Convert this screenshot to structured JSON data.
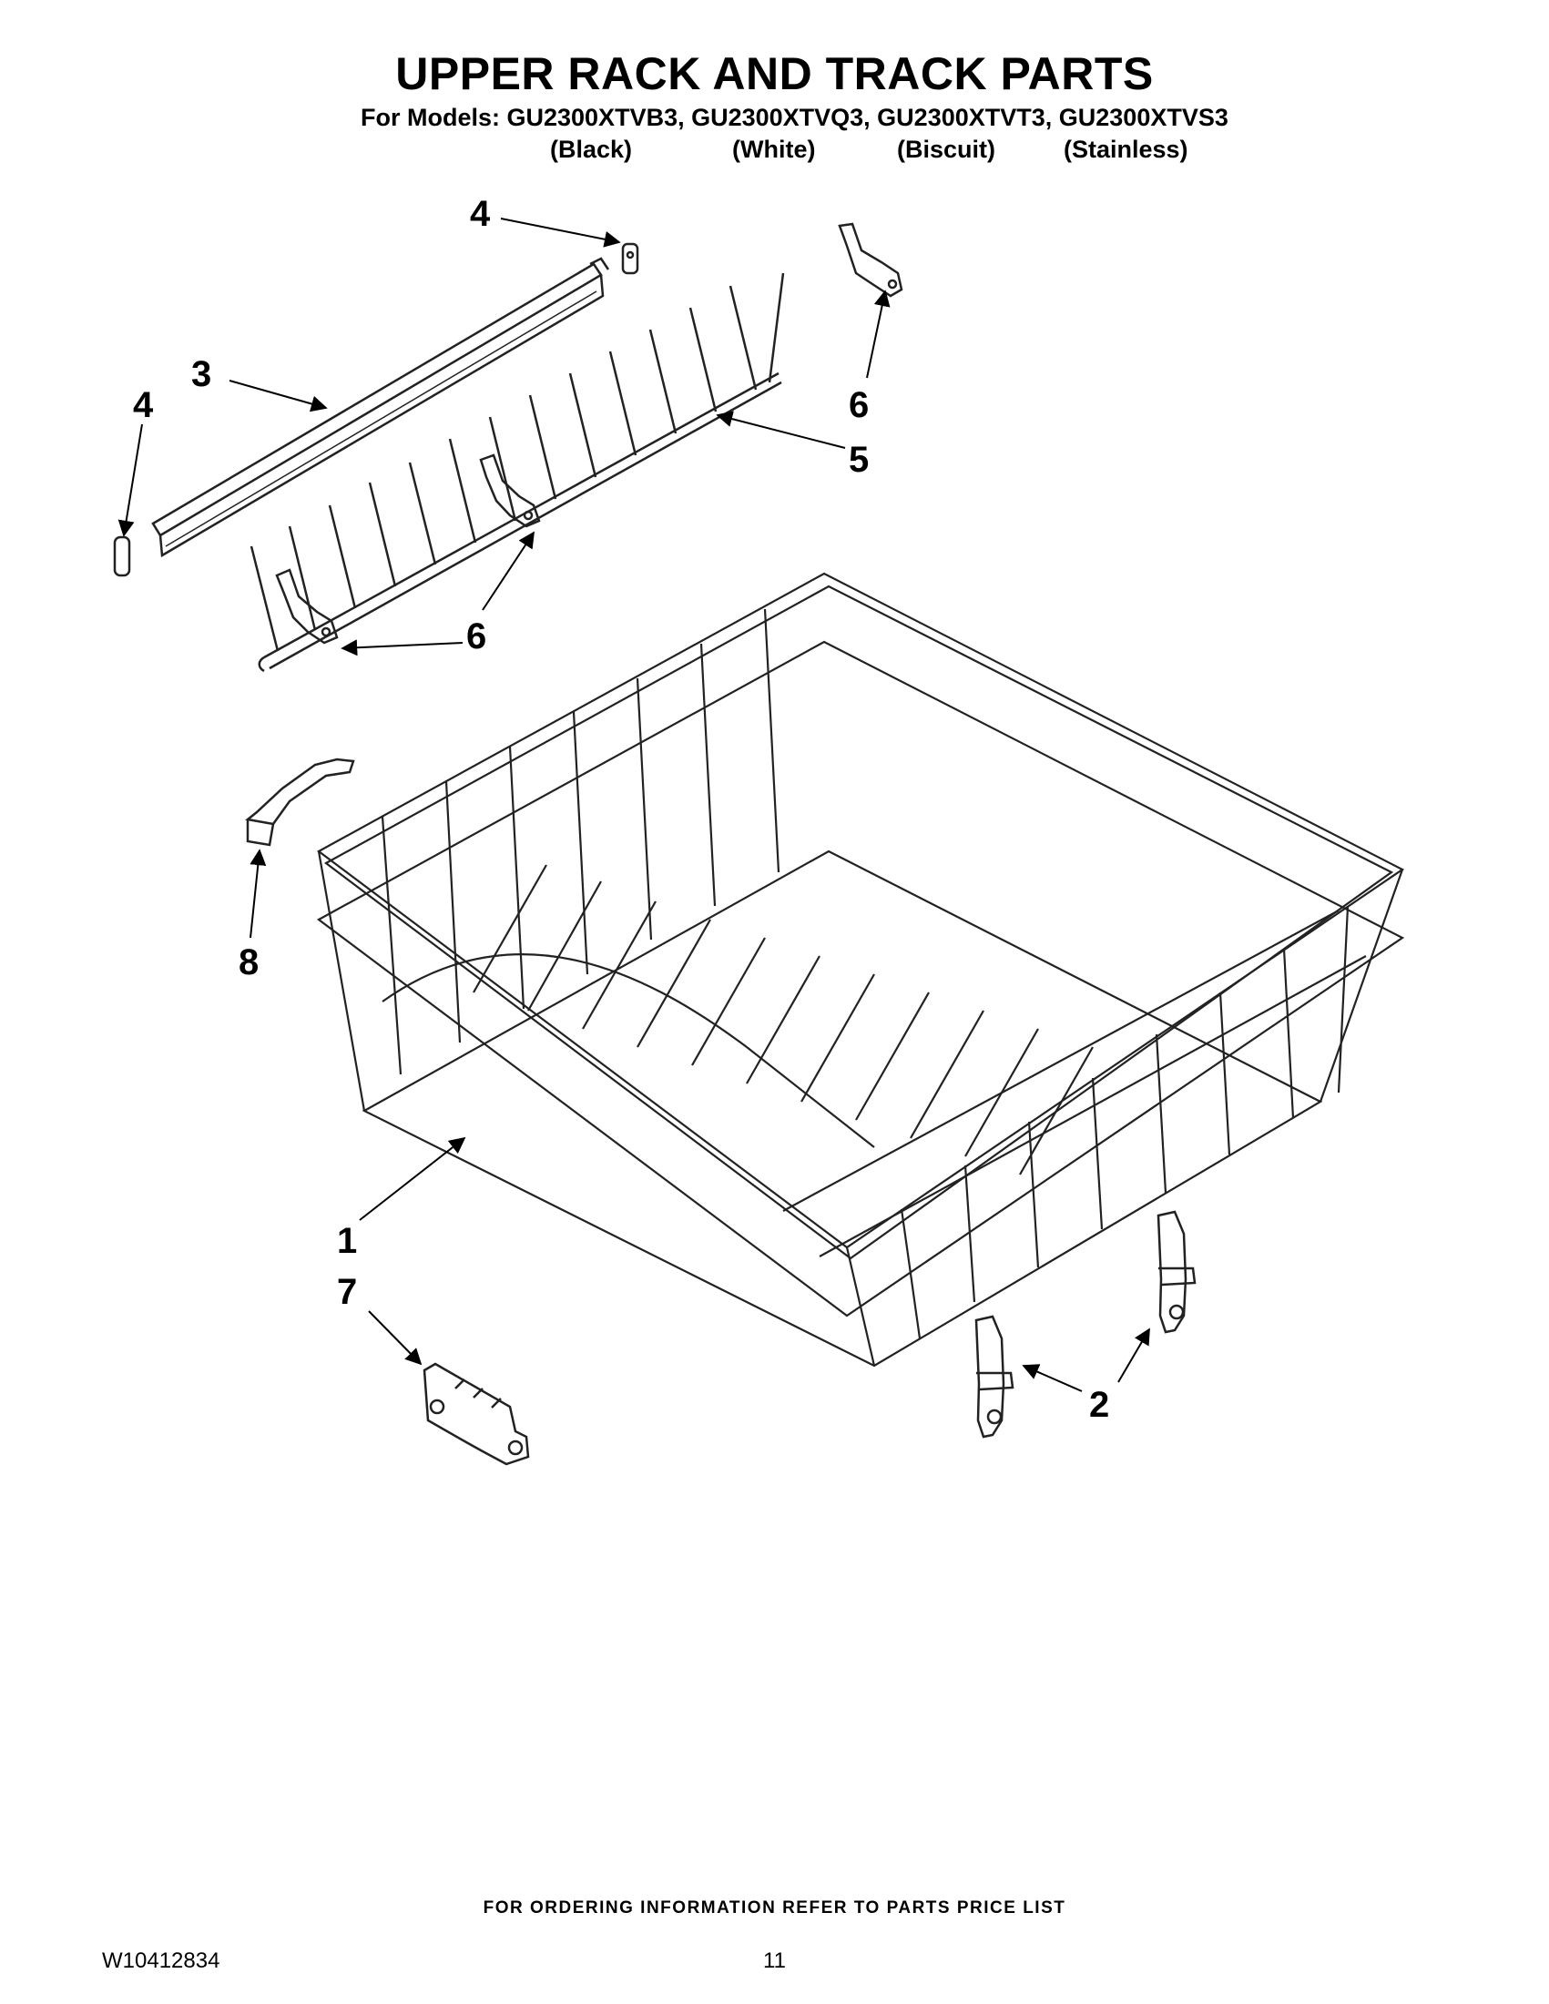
{
  "title": "UPPER RACK AND TRACK PARTS",
  "models_line": "For Models: GU2300XTVB3, GU2300XTVQ3, GU2300XTVT3, GU2300XTVS3",
  "colors": [
    "(Black)",
    "(White)",
    "(Biscuit)",
    "(Stainless)"
  ],
  "callouts": [
    "4",
    "3",
    "4",
    "6",
    "5",
    "6",
    "8",
    "1",
    "7",
    "2"
  ],
  "footer_note": "FOR ORDERING INFORMATION REFER TO PARTS PRICE LIST",
  "doc_number": "W10412834",
  "page_number": "11"
}
